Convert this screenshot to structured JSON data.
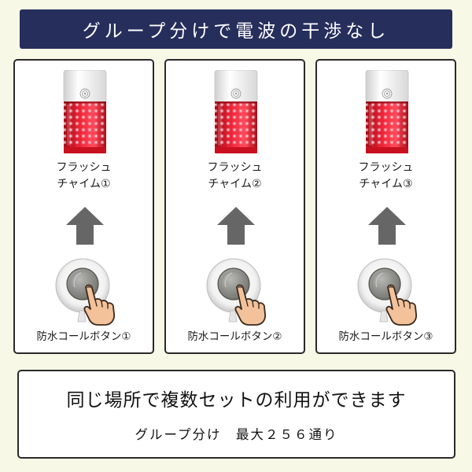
{
  "banner": {
    "title": "グループ分けで電波の干渉なし",
    "color": "#262e5c"
  },
  "cards": [
    {
      "chime_line1": "フラッシュ",
      "chime_line2": "チャイム①",
      "button_label": "防水コールボタン①"
    },
    {
      "chime_line1": "フラッシュ",
      "chime_line2": "チャイム②",
      "button_label": "防水コールボタン②"
    },
    {
      "chime_line1": "フラッシュ",
      "chime_line2": "チャイム③",
      "button_label": "防水コールボタン③"
    }
  ],
  "icons": {
    "chime": "flash-chime-icon",
    "arrow": "up-arrow-icon",
    "button": "call-button-press-icon"
  },
  "colors": {
    "chime_red": "#e21b2c",
    "arrow_gray": "#666666",
    "background": "#f7f8e6"
  },
  "bottom": {
    "main": "同じ場所で複数セットの利用ができます",
    "sub": "グループ分け　最大２５６通り"
  }
}
